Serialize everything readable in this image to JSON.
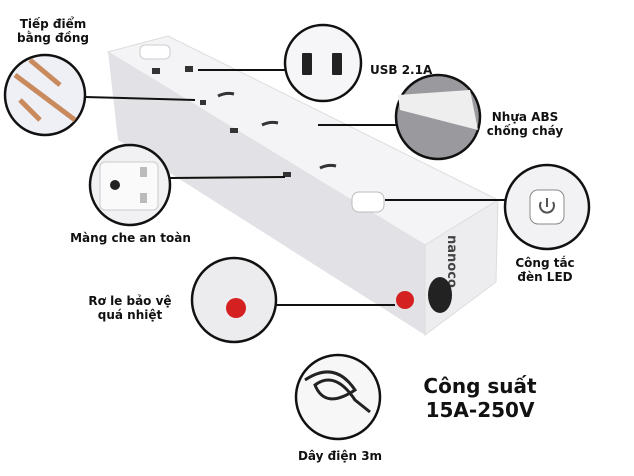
{
  "brand": "nanoco",
  "callouts": {
    "copper": "Tiếp điểm\nbằng đồng",
    "copper_l1": "Tiếp điểm",
    "copper_l2": "bằng đồng",
    "usb": "USB 2.1A",
    "abs_l1": "Nhựa ABS",
    "abs_l2": "chống cháy",
    "shutter": "Màng che an toàn",
    "led_l1": "Công tắc",
    "led_l2": "đèn LED",
    "relay_l1": "Rơ le bảo vệ",
    "relay_l2": "quá nhiệt",
    "cable": "Dây điện 3m"
  },
  "power": {
    "line1": "Công suất",
    "line2": "15A-250V"
  },
  "colors": {
    "body": "#f3f3f5",
    "shadow": "#d9d9de",
    "copper": "#c98a5e",
    "relay": "#d42020",
    "line": "#111111"
  }
}
